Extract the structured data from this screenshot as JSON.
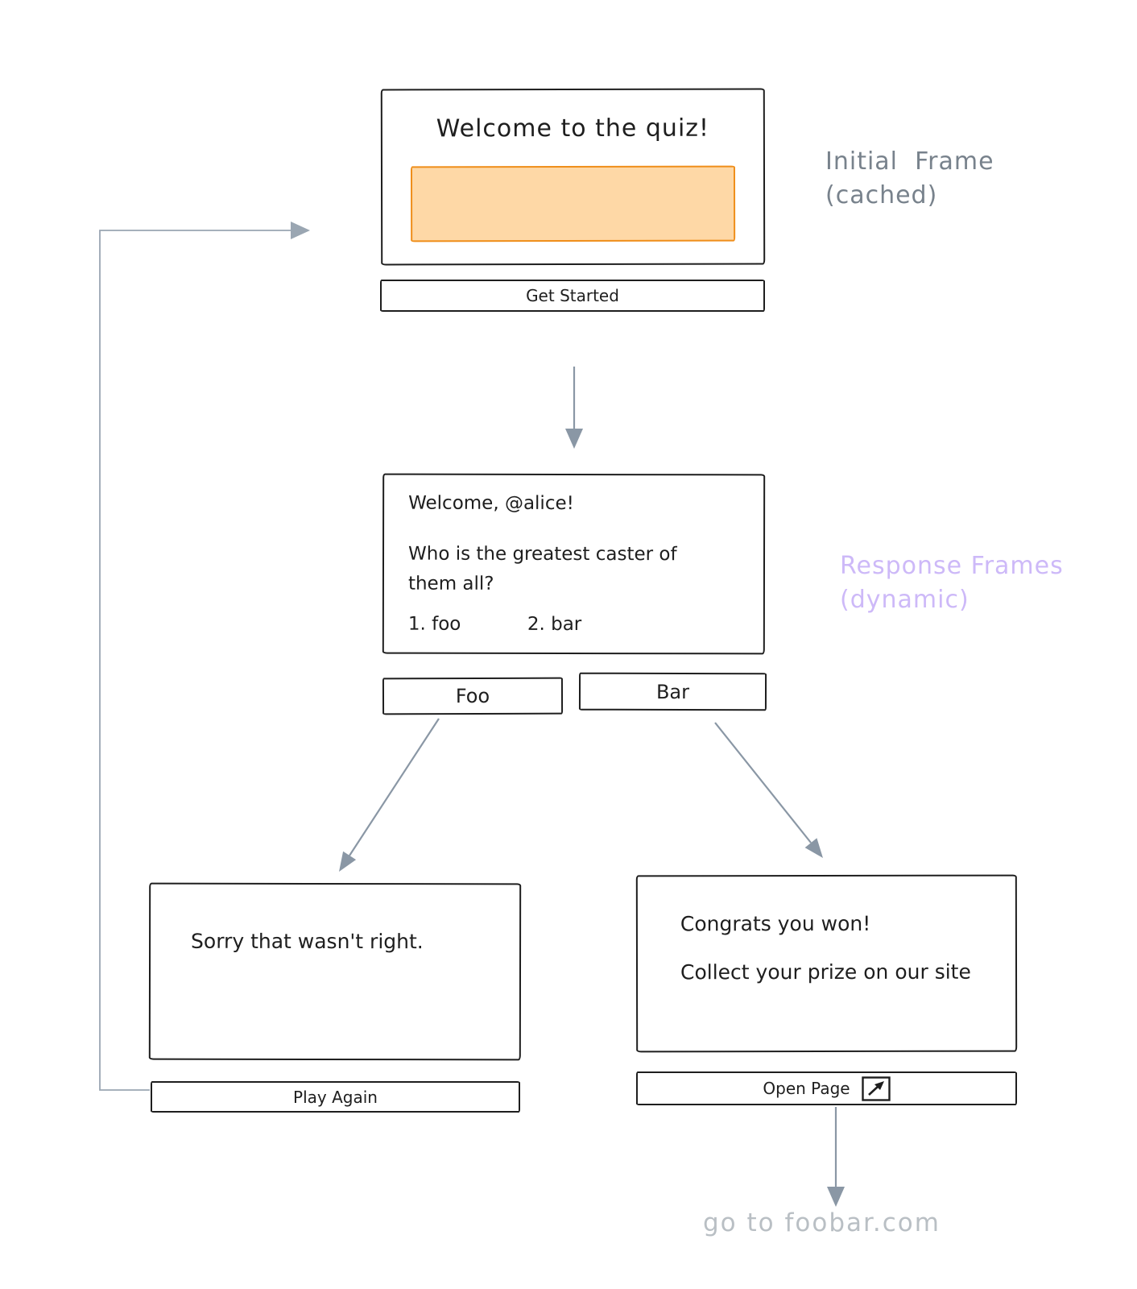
{
  "colors": {
    "ink": "#1e1e1e",
    "arrow": "#8a97a5",
    "loop_arrow": "#9aa6b2",
    "label_gray": "#78828c",
    "label_purple": "#cdb9f8",
    "footer_gray": "#b9bfc4",
    "image_fill": "#fed8a6",
    "image_stroke": "#ef8e1a"
  },
  "initial_frame": {
    "title": "Welcome to the quiz!",
    "button_label": "Get Started"
  },
  "annotations": {
    "initial": {
      "line1": "Initial  Frame",
      "line2": "(cached)"
    },
    "response": {
      "line1": "Response Frames",
      "line2": "(dynamic)"
    }
  },
  "question_frame": {
    "greeting": "Welcome, @alice!",
    "question_line1": "Who is the greatest caster of",
    "question_line2": "them all?",
    "option1": "1. foo",
    "option2": "2. bar",
    "foo_button_label": "Foo",
    "bar_button_label": "Bar"
  },
  "wrong_frame": {
    "message": "Sorry that wasn't right.",
    "button_label": "Play Again"
  },
  "win_frame": {
    "line1": "Congrats you won!",
    "line2": "Collect your prize on our site",
    "button_label": "Open Page"
  },
  "footer": {
    "link_text": "go to foobar.com"
  }
}
